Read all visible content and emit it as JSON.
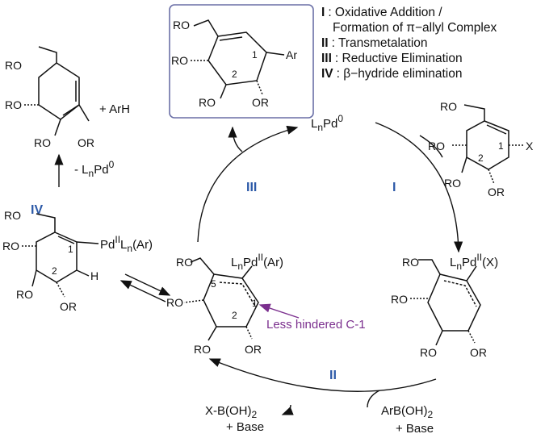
{
  "legend": {
    "i_num": "I",
    "i_text_1": ": Oxidative Addition /",
    "i_text_2": "Formation of π−allyl Complex",
    "ii_num": "II",
    "ii_text": ": Transmetalation",
    "iii_num": "III",
    "iii_text": ": Reductive Elimination",
    "iv_num": "IV",
    "iv_text": ": β−hydride elimination"
  },
  "steps": {
    "i": "I",
    "ii": "II",
    "iii": "III",
    "iv": "IV"
  },
  "catalyst": {
    "base": "L",
    "sub1": "n",
    "mid": "Pd",
    "sup": "0"
  },
  "reagents": {
    "xboh2": "X-B(OH)",
    "xboh2_sub": "2",
    "base_left": "+ Base",
    "arboh2": "ArB(OH)",
    "arboh2_sub": "2",
    "base_right": "+ Base",
    "arh": "+ ArH",
    "minus_lnpd": "- L",
    "minus_lnpd_sub": "n",
    "minus_lnpd_mid": "Pd",
    "minus_lnpd_sup": "0"
  },
  "labels": {
    "ro": "RO",
    "or": "OR",
    "ar": "Ar",
    "x": "X",
    "h": "H",
    "c1": "1",
    "c2": "2",
    "c5": "5",
    "pd_ar_l": "L",
    "pd_ar_n": "n",
    "pd_ar_pd": "Pd",
    "pd_ar_ii": "II",
    "pd_ar_tail": "(Ar)",
    "pd_x_tail": "(X)",
    "pd_left_pd": "Pd",
    "pd_left_ii": "II",
    "pd_left_l": "L",
    "pd_left_n": "n",
    "pd_left_tail": "(Ar)",
    "less_hindered": "Less hindered C-1"
  },
  "colors": {
    "step": "#2d5aa8",
    "annotation": "#7b2f8e",
    "box_border": "#6a6fa6"
  }
}
